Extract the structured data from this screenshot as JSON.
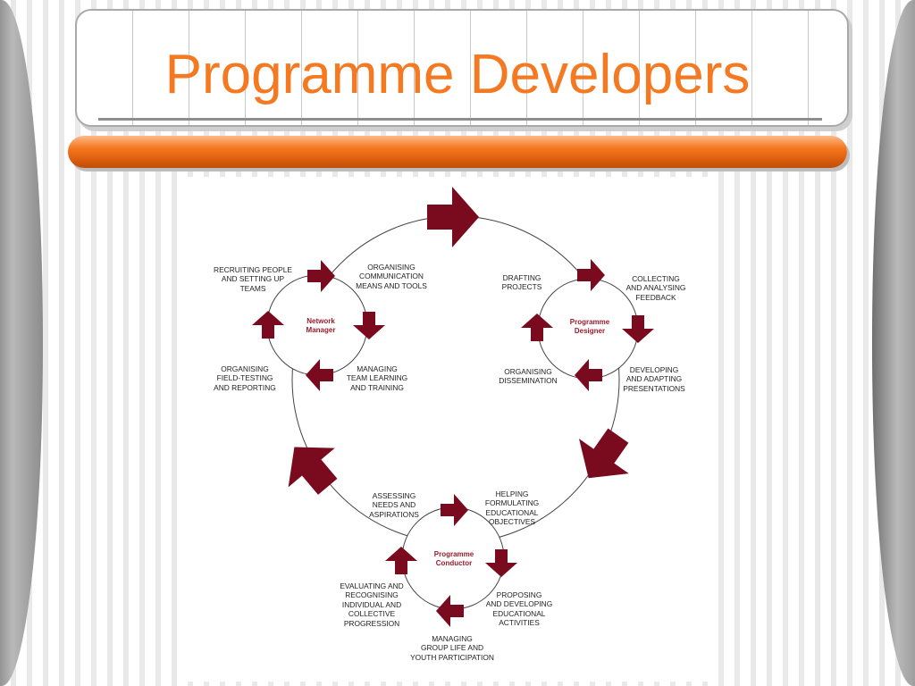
{
  "slide": {
    "title": "Programme Developers",
    "accent_color": "#f47920",
    "arrow_color": "#7a0a1e",
    "hub_text_color": "#9a1b2c"
  },
  "diagram": {
    "hubs": {
      "network_manager": "Network\nManager",
      "programme_designer": "Programme\nDesigner",
      "programme_conductor": "Programme\nConductor"
    },
    "labels": {
      "recruiting": "RECRUITING PEOPLE\nAND SETTING UP\nTEAMS",
      "organising_communication": "ORGANISING\nCOMMUNICATION\nMEANS AND TOOLS",
      "managing_team": "MANAGING\nTEAM LEARNING\nAND TRAINING",
      "organising_field": "ORGANISING\nFIELD-TESTING\nAND REPORTING",
      "drafting": "DRAFTING\nPROJECTS",
      "collecting": "COLLECTING\nAND ANALYSING\nFEEDBACK",
      "developing": "DEVELOPING\nAND ADAPTING\nPRESENTATIONS",
      "organising_dissemination": "ORGANISING\nDISSEMINATION",
      "assessing": "ASSESSING\nNEEDS AND\nASPIRATIONS",
      "helping": "HELPING\nFORMULATING\nEDUCATIONAL\nOBJECTIVES",
      "proposing": "PROPOSING\nAND DEVELOPING\nEDUCATIONAL\nACTIVITIES",
      "managing_group": "MANAGING\nGROUP LIFE AND\nYOUTH PARTICIPATION",
      "evaluating": "EVALUATING AND\nRECOGNISING\nINDIVIDUAL AND\nCOLLECTIVE\nPROGRESSION"
    }
  }
}
